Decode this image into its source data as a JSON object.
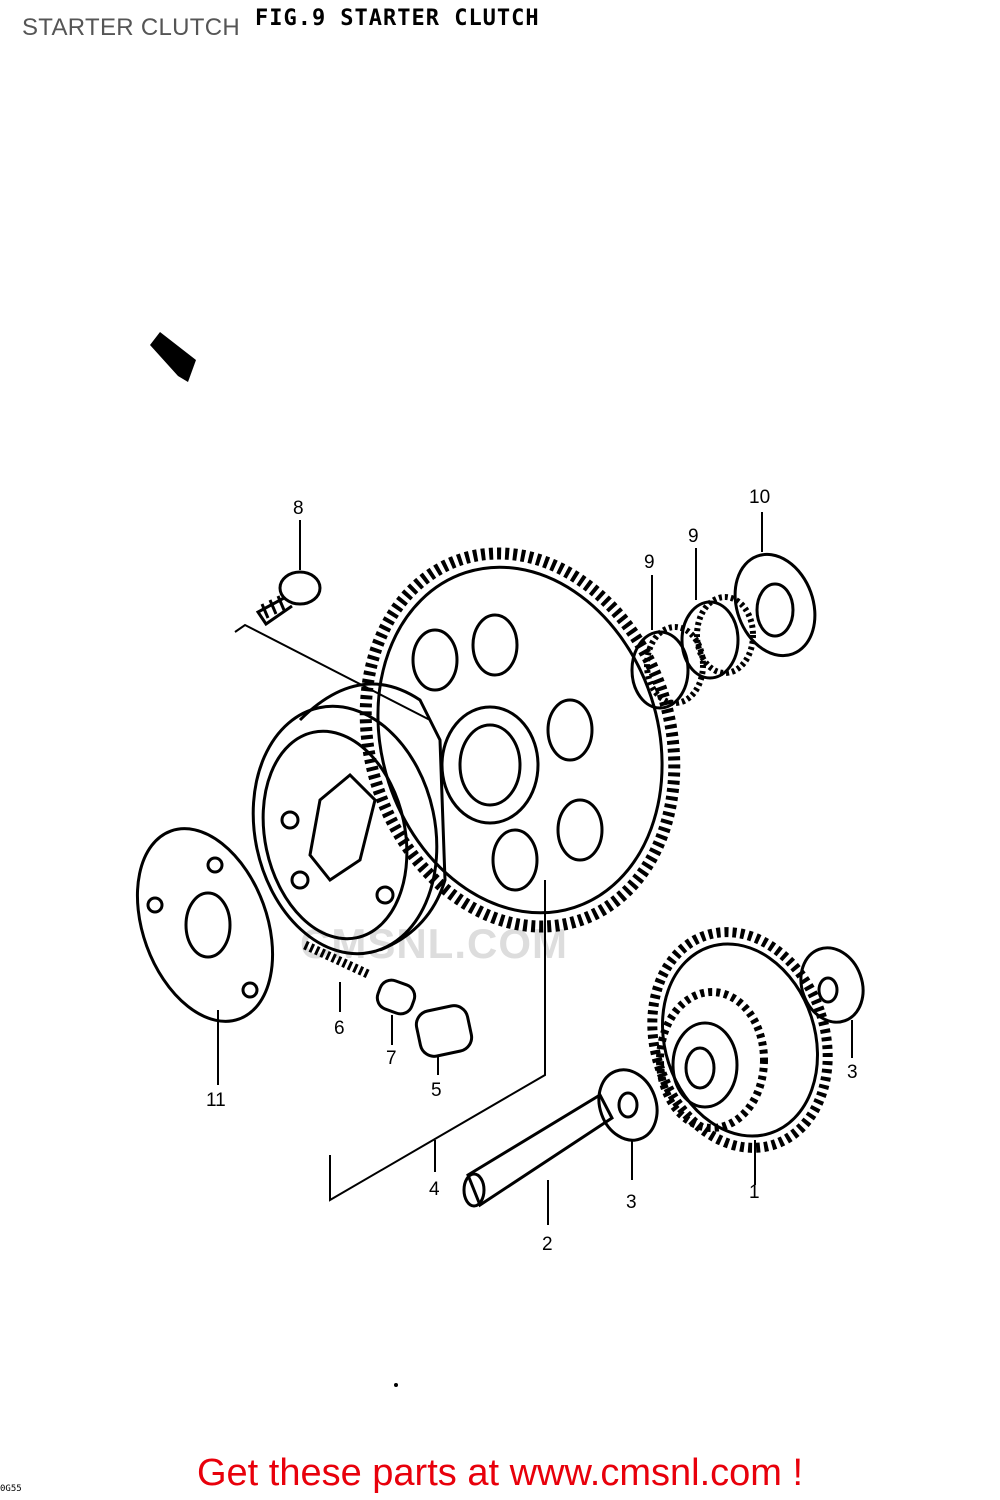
{
  "page": {
    "title": "STARTER CLUTCH",
    "fig_label": "FIG.9",
    "fig_title": "STARTER CLUTCH",
    "watermark": "CMSNL.COM",
    "cta": "Get these parts at www.cmsnl.com !",
    "part_code": "0G55"
  },
  "callouts": [
    "8",
    "9",
    "9",
    "10",
    "6",
    "7",
    "5",
    "11",
    "4",
    "3",
    "3",
    "2",
    "1"
  ],
  "colors": {
    "cta": "#e8000b",
    "ink": "#000000",
    "watermark": "#dddddd"
  }
}
